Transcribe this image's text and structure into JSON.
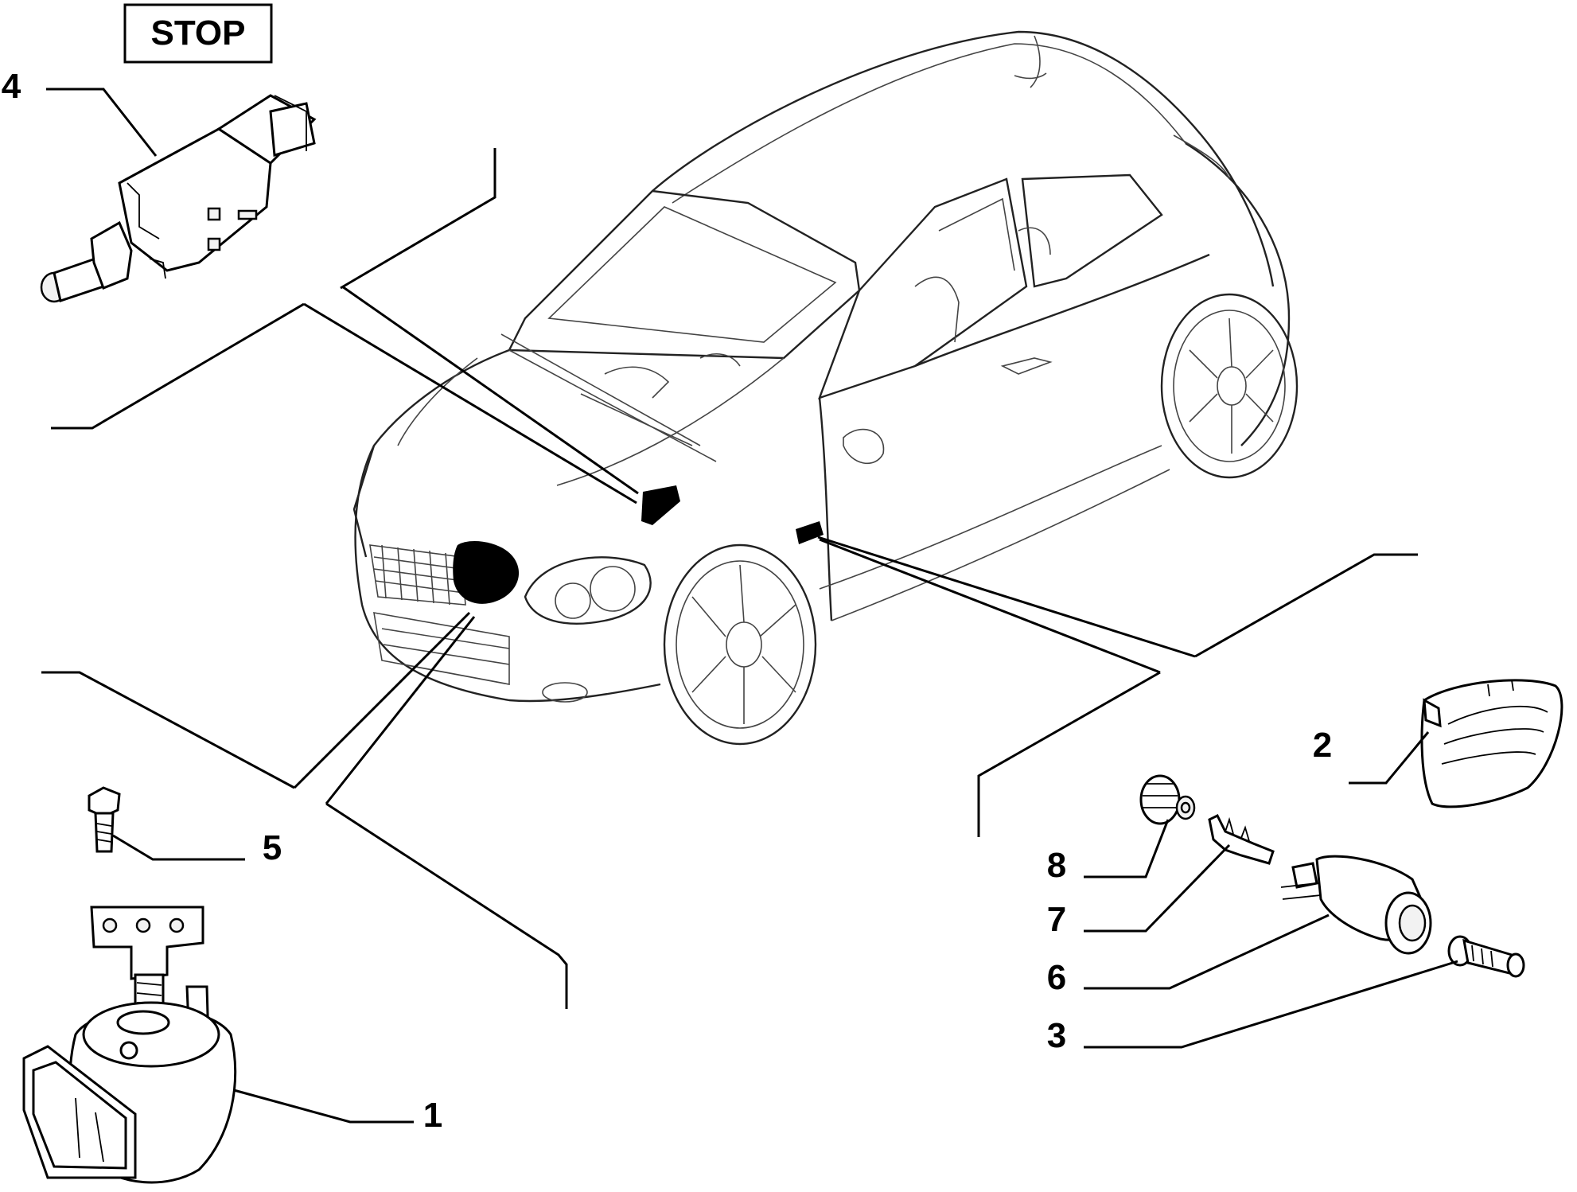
{
  "diagram": {
    "stop_label": "STOP",
    "callouts": [
      {
        "id": "1",
        "label": "1",
        "part": "horn"
      },
      {
        "id": "2",
        "label": "2",
        "part": "side-repeater-lamp"
      },
      {
        "id": "3",
        "label": "3",
        "part": "bulb"
      },
      {
        "id": "4",
        "label": "4",
        "part": "stop-light-switch"
      },
      {
        "id": "5",
        "label": "5",
        "part": "bolt"
      },
      {
        "id": "6",
        "label": "6",
        "part": "lamp-holder"
      },
      {
        "id": "7",
        "label": "7",
        "part": "terminal"
      },
      {
        "id": "8",
        "label": "8",
        "part": "grommet"
      }
    ]
  }
}
